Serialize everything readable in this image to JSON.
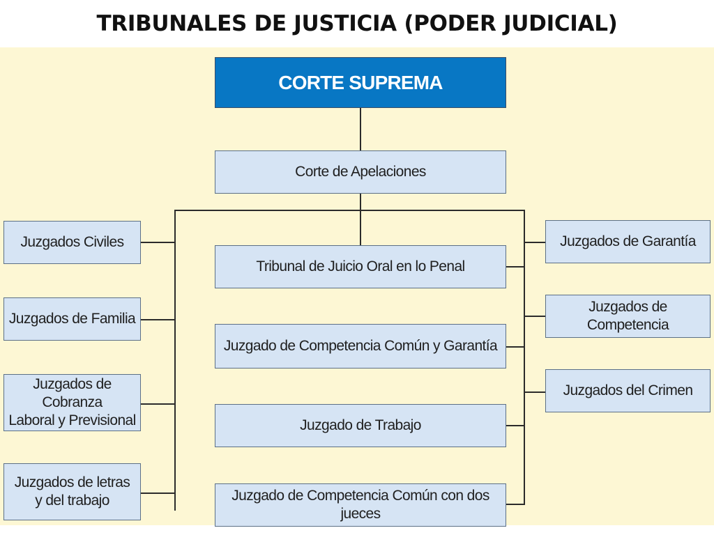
{
  "title": "TRIBUNALES DE JUSTICIA (PODER JUDICIAL)",
  "colors": {
    "background": "#fdf7d4",
    "top_box": "#0877c4",
    "box": "#d6e4f4",
    "connector": "#2b2b2b"
  },
  "nodes": {
    "corte_suprema": "CORTE SUPREMA",
    "corte_apelaciones": "Corte de Apelaciones",
    "left": {
      "civiles": "Juzgados Civiles",
      "familia": "Juzgados de Familia",
      "cobranza_1": "Juzgados de Cobranza",
      "cobranza_2": "Laboral y Previsional",
      "letras_1": "Juzgados de letras",
      "letras_2": "y del trabajo"
    },
    "center": {
      "oral_penal": "Tribunal de Juicio Oral en lo Penal",
      "comun_garantia": "Juzgado de Competencia Común y Garantía",
      "trabajo": "Juzgado de  Trabajo",
      "dos_jueces": "Juzgado de  Competencia Común con dos jueces"
    },
    "right": {
      "garantia": "Juzgados de Garantía",
      "competencia": "Juzgados de Competencia",
      "crimen": "Juzgados del Crimen"
    }
  }
}
